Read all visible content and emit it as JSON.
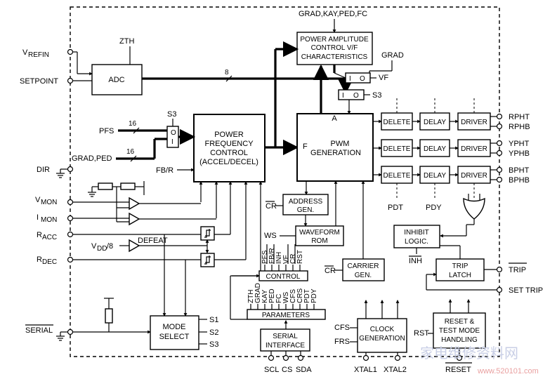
{
  "colors": {
    "line": "#000000",
    "background": "#ffffff",
    "watermark": "#c9cfe6",
    "watermark_url": "#e9a0a0"
  },
  "blocks": {
    "adc": "ADC",
    "power_amp_l1": "POWER AMPLITUDE",
    "power_amp_l2": "CONTROL V/F",
    "power_amp_l3": "CHARACTERISTICS",
    "pfc_l1": "POWER",
    "pfc_l2": "FREQUENCY",
    "pfc_l3": "CONTROL",
    "pfc_l4": "(ACCEL/DECEL)",
    "pwm_l1": "PWM",
    "pwm_l2": "GENERATION",
    "pwm_a": "A",
    "pwm_f": "F",
    "delete": "DELETE",
    "delay": "DELAY",
    "driver": "DRIVER",
    "addr_l1": "ADDRESS",
    "addr_l2": "GEN.",
    "wave_l1": "WAVEFORM",
    "wave_l2": "ROM",
    "carrier_l1": "CARRIER",
    "carrier_l2": "GEN.",
    "inhibit_l1": "INHIBIT",
    "inhibit_l2": "LOGIC.",
    "trip_l1": "TRIP",
    "trip_l2": "LATCH",
    "control": "CONTROL",
    "parameters": "PARAMETERS",
    "mode_l1": "MODE",
    "mode_l2": "SELECT",
    "serial_l1": "SERIAL",
    "serial_l2": "INTERFACE",
    "clock_l1": "CLOCK",
    "clock_l2": "GENERATION",
    "reset_l1": "RESET &",
    "reset_l2": "TEST MODE",
    "reset_l3": "HANDLING"
  },
  "signals": {
    "grad_kay_ped_fc": "GRAD,KAY,PED,FC",
    "zth": "ZTH",
    "grad": "GRAD",
    "vf": "VF",
    "s3": "S3",
    "eight": "8",
    "sixteen": "16",
    "pfs": "PFS",
    "grad_ped": "GRAD,PED",
    "fb_r": "FB/R",
    "dir": "DIR",
    "cr": "CR",
    "ws": "WS",
    "defeat": "DEFEAT",
    "vdd8": "/8",
    "pdt": "PDT",
    "pdy": "PDY",
    "inh": "INH",
    "rst": "RST",
    "cfs": "CFS",
    "frs": "FRS",
    "s1": "S1",
    "s2": "S2",
    "s3b": "S3",
    "switch_i": "I",
    "switch_o": "O",
    "control_inputs": [
      "PFS",
      "FB/R",
      "INH",
      "VF",
      "CR",
      "RST"
    ],
    "parameter_inputs": [
      "ZTH",
      "GRAD",
      "KAY",
      "PED",
      "FC",
      "WS",
      "CFS",
      "CRS",
      "PDT",
      "PDY"
    ]
  },
  "pins": {
    "vrefin_main": "V",
    "vrefin_sub": "REFIN",
    "setpoint": "SETPOINT",
    "dir": "DIR",
    "vmon_main": "V",
    "vmon_sub": "MON",
    "imon_main": "I",
    "imon_sub": "MON",
    "racc_main": "R",
    "racc_sub": "ACC",
    "vdd_main": "V",
    "vdd_sub": "DD",
    "rdec_main": "R",
    "rdec_sub": "DEC",
    "serial": "SERIAL",
    "rpht": "RPHT",
    "rphb": "RPHB",
    "ypht": "YPHT",
    "yphb": "YPHB",
    "bpht": "BPHT",
    "bphb": "BPHB",
    "trip": "TRIP",
    "set_trip": "SET TRIP",
    "scl": "SCL",
    "cs": "CS",
    "sda": "SDA",
    "xtal1": "XTAL1",
    "xtal2": "XTAL2",
    "reset": "RESET"
  },
  "watermark": {
    "text": "家电维修资料网",
    "url": "www.520101.com"
  }
}
